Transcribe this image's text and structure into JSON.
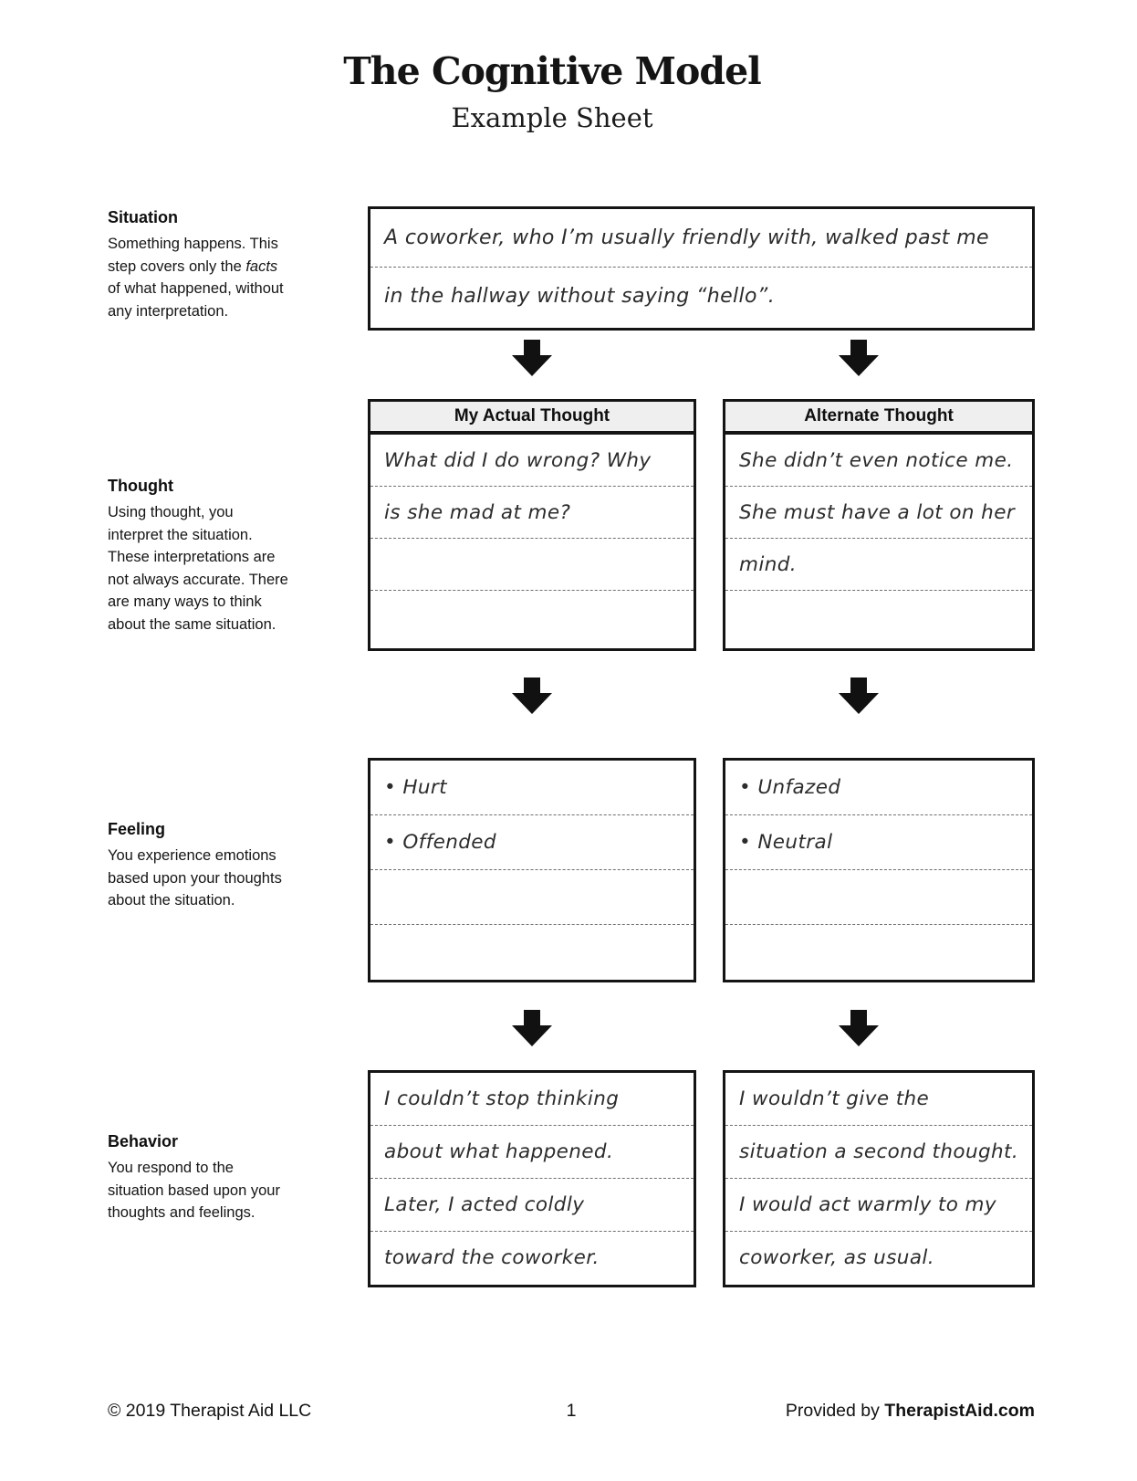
{
  "header": {
    "title": "The Cognitive Model",
    "subtitle": "Example Sheet"
  },
  "sections": {
    "situation": {
      "label": "Situation",
      "desc_pre": "Something happens. This\nstep covers only the ",
      "desc_italic": "facts",
      "desc_post": "\nof what happened, without\nany interpretation.",
      "lines": [
        "A coworker, who I’m usually friendly with, walked past me",
        "in the hallway without saying “hello”."
      ]
    },
    "thought": {
      "label": "Thought",
      "description": "Using thought, you\ninterpret the situation.\nThese interpretations are\nnot always accurate. There\nare many ways to think\nabout the same situation.",
      "columns": [
        {
          "header": "My Actual Thought",
          "lines": [
            "What did I do wrong? Why",
            "is she mad at me?",
            "",
            ""
          ]
        },
        {
          "header": "Alternate Thought",
          "lines": [
            "She didn’t even notice me.",
            "She must have a lot on her",
            "mind.",
            ""
          ]
        }
      ]
    },
    "feeling": {
      "label": "Feeling",
      "description": "You experience emotions\nbased upon your thoughts\nabout the situation.",
      "columns": [
        {
          "lines": [
            "• Hurt",
            "• Offended",
            "",
            ""
          ]
        },
        {
          "lines": [
            "• Unfazed",
            "• Neutral",
            "",
            ""
          ]
        }
      ]
    },
    "behavior": {
      "label": "Behavior",
      "description": "You respond to the\nsituation based upon your\nthoughts and feelings.",
      "columns": [
        {
          "lines": [
            "I couldn’t stop thinking",
            "about what happened.",
            "Later, I acted coldly",
            "toward the coworker."
          ]
        },
        {
          "lines": [
            "I wouldn’t give the",
            "situation a second thought.",
            "I would act warmly to my",
            "coworker, as usual."
          ]
        }
      ]
    }
  },
  "footer": {
    "copyright": "© 2019 Therapist Aid LLC",
    "page_number": "1",
    "provided_by": "Provided by ",
    "brand": "TherapistAid.com"
  }
}
